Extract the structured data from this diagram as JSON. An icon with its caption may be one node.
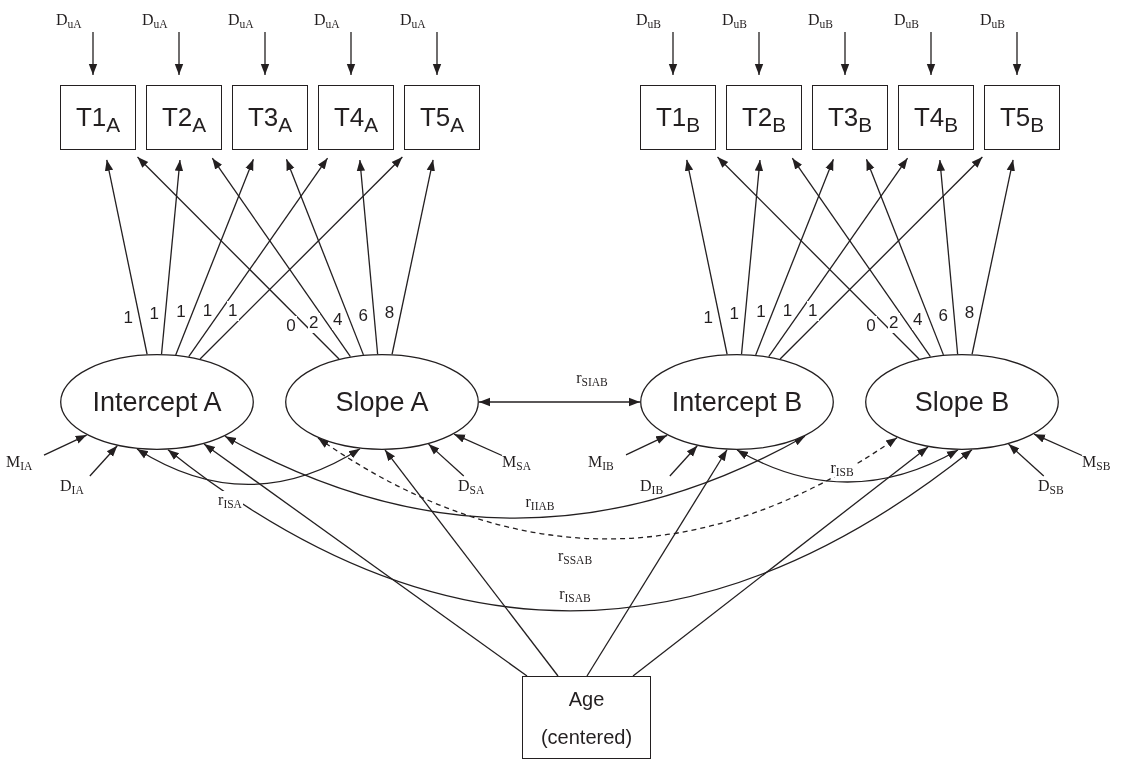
{
  "diagram": {
    "nodes": [
      {
        "text": [
          "D$_{uA}$"
        ]
      },
      {
        "text": [
          "D$_{uA}$"
        ]
      },
      {
        "text": [
          "D$_{uA}$"
        ]
      },
      {
        "text": [
          "D$_{uA}$"
        ]
      },
      {
        "text": [
          "D$_{uA}$"
        ]
      },
      {
        "text": [
          "D$_{uB}$"
        ]
      },
      {
        "text": [
          "D$_{uB}$"
        ]
      },
      {
        "text": [
          "D$_{uB}$"
        ]
      },
      {
        "text": [
          "D$_{uB}$"
        ]
      },
      {
        "text": [
          "D$_{uB}$"
        ]
      },
      {
        "text": [
          "T1$_{A}$"
        ]
      },
      {
        "text": [
          "T2$_{A}$"
        ]
      },
      {
        "text": [
          "T3$_{A}$"
        ]
      },
      {
        "text": [
          "T4$_{A}$"
        ]
      },
      {
        "text": [
          "T5$_{A}$"
        ]
      },
      {
        "text": [
          "T1$_{B}$"
        ]
      },
      {
        "text": [
          "T2$_{B}$"
        ]
      },
      {
        "text": [
          "T3$_{B}$"
        ]
      },
      {
        "text": [
          "T4$_{B}$"
        ]
      },
      {
        "text": [
          "T5$_{B}$"
        ]
      },
      {
        "text": [
          "Intercept A"
        ]
      },
      {
        "text": [
          "Slope A"
        ]
      },
      {
        "text": [
          "Intercept B"
        ]
      },
      {
        "text": [
          "Slope B"
        ]
      },
      {
        "text": [
          "M$_{IA}$"
        ]
      },
      {
        "text": [
          "D$_{IA}$"
        ]
      },
      {
        "text": [
          "M$_{SA}$"
        ]
      },
      {
        "text": [
          "D$_{SA}$"
        ]
      },
      {
        "text": [
          "M$_{IB}$"
        ]
      },
      {
        "text": [
          "D$_{IB}$"
        ]
      },
      {
        "text": [
          "M$_{SB}$"
        ]
      },
      {
        "text": [
          "D$_{SB}$"
        ]
      },
      {
        "text": [
          "Age (centered)"
        ]
      }
    ],
    "edges": [
      {
        "from": 20,
        "to": 10,
        "arrow": "to",
        "label": "1"
      },
      {
        "from": 20,
        "to": 11,
        "arrow": "to",
        "label": "1"
      },
      {
        "from": 20,
        "to": 12,
        "arrow": "to",
        "label": "1"
      },
      {
        "from": 20,
        "to": 13,
        "arrow": "to",
        "label": "1"
      },
      {
        "from": 20,
        "to": 14,
        "arrow": "to",
        "label": "1"
      },
      {
        "from": 21,
        "to": 10,
        "arrow": "to",
        "label": "0"
      },
      {
        "from": 21,
        "to": 11,
        "arrow": "to",
        "label": "2"
      },
      {
        "from": 21,
        "to": 12,
        "arrow": "to",
        "label": "4"
      },
      {
        "from": 21,
        "to": 13,
        "arrow": "to",
        "label": "6"
      },
      {
        "from": 21,
        "to": 14,
        "arrow": "to",
        "label": "8"
      },
      {
        "from": 22,
        "to": 15,
        "arrow": "to",
        "label": "1"
      },
      {
        "from": 22,
        "to": 16,
        "arrow": "to",
        "label": "1"
      },
      {
        "from": 22,
        "to": 17,
        "arrow": "to",
        "label": "1"
      },
      {
        "from": 22,
        "to": 18,
        "arrow": "to",
        "label": "1"
      },
      {
        "from": 22,
        "to": 19,
        "arrow": "to",
        "label": "1"
      },
      {
        "from": 23,
        "to": 15,
        "arrow": "to",
        "label": "0"
      },
      {
        "from": 23,
        "to": 16,
        "arrow": "to",
        "label": "2"
      },
      {
        "from": 23,
        "to": 17,
        "arrow": "to",
        "label": "4"
      },
      {
        "from": 23,
        "to": 18,
        "arrow": "to",
        "label": "6"
      },
      {
        "from": 23,
        "to": 19,
        "arrow": "to",
        "label": "8"
      },
      {
        "from": 0,
        "to": 10,
        "arrow": "to"
      },
      {
        "from": 1,
        "to": 11,
        "arrow": "to"
      },
      {
        "from": 2,
        "to": 12,
        "arrow": "to"
      },
      {
        "from": 3,
        "to": 13,
        "arrow": "to"
      },
      {
        "from": 4,
        "to": 14,
        "arrow": "to"
      },
      {
        "from": 5,
        "to": 15,
        "arrow": "to"
      },
      {
        "from": 6,
        "to": 16,
        "arrow": "to"
      },
      {
        "from": 7,
        "to": 17,
        "arrow": "to"
      },
      {
        "from": 8,
        "to": 18,
        "arrow": "to"
      },
      {
        "from": 9,
        "to": 19,
        "arrow": "to"
      },
      {
        "from": 24,
        "to": 20,
        "arrow": "to"
      },
      {
        "from": 25,
        "to": 20,
        "arrow": "to"
      },
      {
        "from": 26,
        "to": 21,
        "arrow": "to"
      },
      {
        "from": 27,
        "to": 21,
        "arrow": "to"
      },
      {
        "from": 28,
        "to": 22,
        "arrow": "to"
      },
      {
        "from": 29,
        "to": 22,
        "arrow": "to"
      },
      {
        "from": 30,
        "to": 23,
        "arrow": "to"
      },
      {
        "from": 31,
        "to": 23,
        "arrow": "to"
      },
      {
        "from": 21,
        "to": 22,
        "arrow": "both",
        "label": "r$_{SIAB}$"
      },
      {
        "from": 20,
        "to": 21,
        "arrow": "both",
        "label": "r$_{ISA}$"
      },
      {
        "from": 20,
        "to": 22,
        "arrow": "both",
        "label": "r$_{IIAB}$"
      },
      {
        "from": 21,
        "to": 23,
        "arrow": "both",
        "label": "r$_{SSAB}$",
        "style": "dashed"
      },
      {
        "from": 22,
        "to": 23,
        "arrow": "both",
        "label": "r$_{ISB}$"
      },
      {
        "from": 20,
        "to": 23,
        "arrow": "both",
        "label": "r$_{ISAB}$"
      },
      {
        "from": 32,
        "to": 20,
        "arrow": "to"
      },
      {
        "from": 32,
        "to": 21,
        "arrow": "to"
      },
      {
        "from": 32,
        "to": 22,
        "arrow": "to"
      },
      {
        "from": 32,
        "to": 23,
        "arrow": "to"
      }
    ]
  }
}
